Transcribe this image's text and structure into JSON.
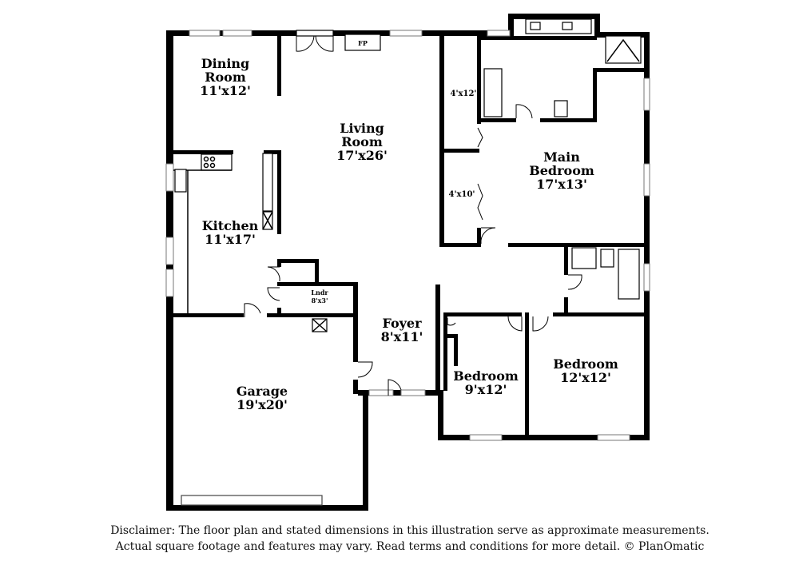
{
  "rooms": {
    "dining": {
      "name_line1": "Dining",
      "name_line2": "Room",
      "size": "11'x12'"
    },
    "living": {
      "name_line1": "Living",
      "name_line2": "Room",
      "size": "17'x26'"
    },
    "kitchen": {
      "name": "Kitchen",
      "size": "11'x17'"
    },
    "main_bedroom": {
      "name_line1": "Main",
      "name_line2": "Bedroom",
      "size": "17'x13'"
    },
    "closet_upper": {
      "size": "4'x12'"
    },
    "closet_lower": {
      "size": "4'x10'"
    },
    "laundry": {
      "name": "Lndr",
      "size": "8'x3'"
    },
    "foyer": {
      "name": "Foyer",
      "size": "8'x11'"
    },
    "bedroom_small": {
      "name": "Bedroom",
      "size": "9'x12'"
    },
    "bedroom_large": {
      "name": "Bedroom",
      "size": "12'x12'"
    },
    "garage": {
      "name": "Garage",
      "size": "19'x20'"
    },
    "fireplace": {
      "label": "FP"
    }
  },
  "disclaimer": {
    "line1": "Disclaimer: The floor plan and stated dimensions in this illustration serve as approximate measurements.",
    "line2": "Actual square footage and features may vary. Read terms and conditions for more detail. © PlanOmatic"
  }
}
